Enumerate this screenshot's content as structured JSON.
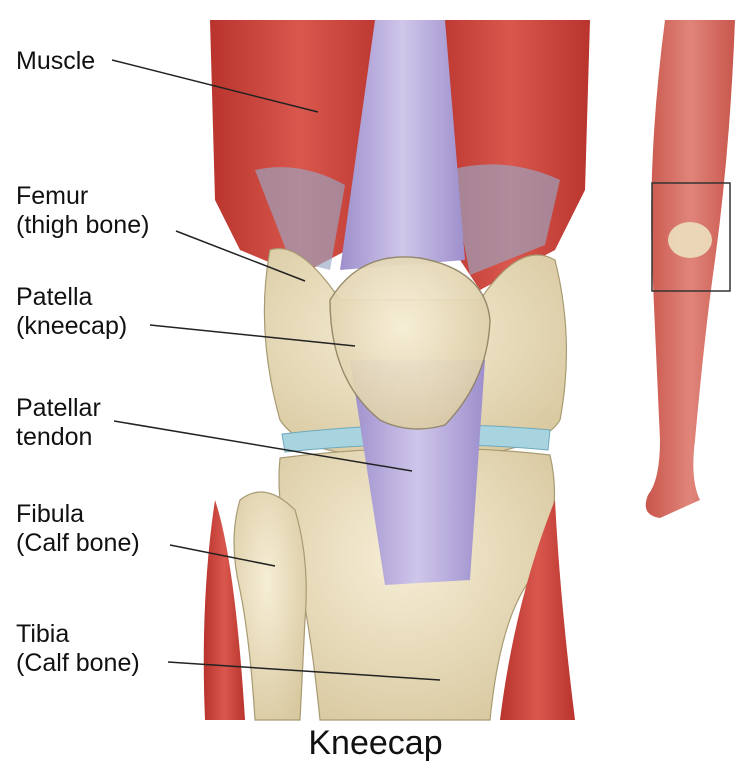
{
  "labels": [
    {
      "id": "muscle",
      "lines": [
        "Muscle"
      ]
    },
    {
      "id": "femur",
      "lines": [
        "Femur",
        "(thigh bone)"
      ]
    },
    {
      "id": "patella",
      "lines": [
        "Patella",
        "(kneecap)"
      ]
    },
    {
      "id": "patellar-tendon",
      "lines": [
        "Patellar",
        "tendon"
      ]
    },
    {
      "id": "fibula",
      "lines": [
        "Fibula",
        "(Calf bone)"
      ]
    },
    {
      "id": "tibia",
      "lines": [
        "Tibia",
        "(Calf bone)"
      ]
    }
  ],
  "caption": "Kneecap",
  "colors": {
    "muscle": "#c9463e",
    "muscle_light": "#e0827a",
    "bone": "#ece0bf",
    "bone_shadow": "#cbb98e",
    "tendon": "#b3a6d6",
    "cartilage": "#a8d4e0",
    "leader_line": "#222222",
    "inset_box": "#333333"
  }
}
